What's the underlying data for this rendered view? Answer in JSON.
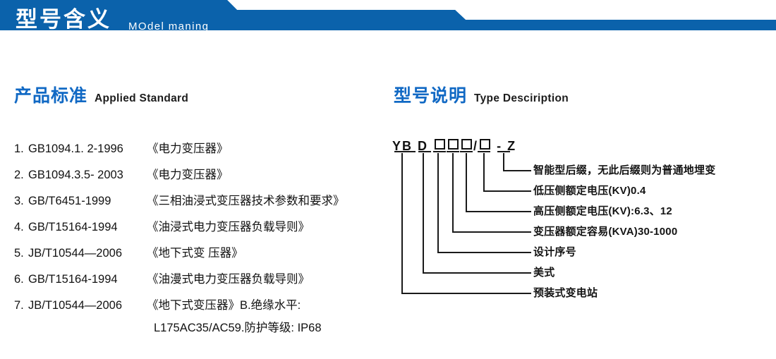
{
  "banner": {
    "title": "型号含义",
    "subtitle": "MOdel maning",
    "color": "#0b62ab",
    "stripe_color": "#0b62ab"
  },
  "sections": {
    "standard": {
      "cn": "产品标准",
      "en": "Applied Standard",
      "accent": "#1169c4"
    },
    "type": {
      "cn": "型号说明",
      "en": "Type Desciription",
      "accent": "#1169c4"
    }
  },
  "standards": {
    "items": [
      {
        "num": "1.",
        "code": "GB1094.1. 2-1996",
        "name": "《电力变压器》"
      },
      {
        "num": "2.",
        "code": "GB1094.3.5- 2003",
        "name": "《电力变压器》"
      },
      {
        "num": "3.",
        "code": "GB/T6451-1999",
        "name": "《三相油浸式变压器技术参数和要求》"
      },
      {
        "num": "4.",
        "code": "GB/T15164-1994",
        "name": "《油浸式电力变压器负载导则》"
      },
      {
        "num": "5.",
        "code": "JB/T10544—2006",
        "name": "《地下式变 压器》"
      },
      {
        "num": "6.",
        "code": "GB/T15164-1994",
        "name": "《油漫式电力变压器负载导则》"
      },
      {
        "num": "7.",
        "code": "JB/T10544—2006",
        "name": "《地下式变压器》B.绝缘水平:"
      }
    ],
    "continuation": "L175AC35/AC59.防护等级: IP68"
  },
  "type_code": {
    "code_parts": [
      "YB",
      "D",
      "□",
      "□",
      "□",
      "/",
      "□",
      "-",
      "Z"
    ],
    "code_display": "YB D □□□/□ - Z",
    "labels": [
      "智能型后缀，无此后缀则为普通地埋变",
      "低压侧额定电压(KV)0.4",
      "高压侧额定电压(KV):6.3、12",
      "变压器额定容易(KVA)30-1000",
      "设计序号",
      "美式",
      "预装式变电站"
    ]
  }
}
